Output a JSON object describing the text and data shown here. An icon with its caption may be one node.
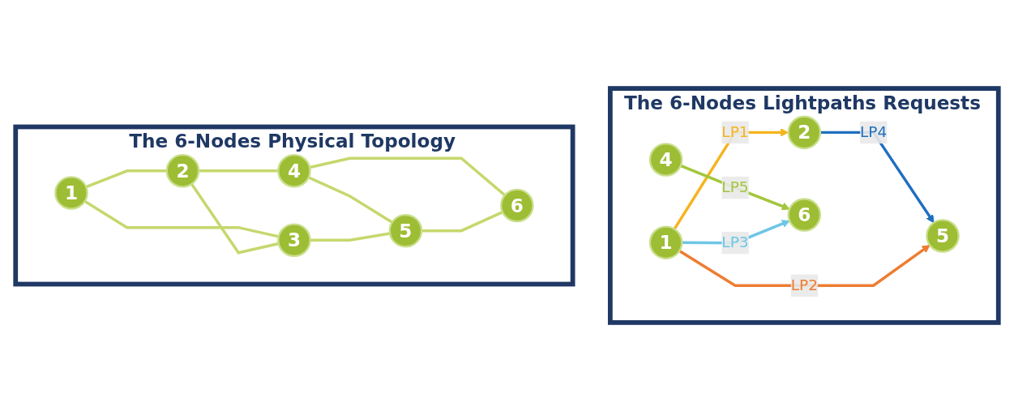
{
  "diagram": {
    "nodes": [
      {
        "text": [
          "The 6-Nodes Physical Topology"
        ]
      },
      {
        "text": [
          "1"
        ],
        "in": 0
      },
      {
        "text": [
          "2"
        ],
        "in": 0
      },
      {
        "text": [
          "3"
        ],
        "in": 0
      },
      {
        "text": [
          "4"
        ],
        "in": 0
      },
      {
        "text": [
          "5"
        ],
        "in": 0
      },
      {
        "text": [
          "6"
        ],
        "in": 0
      },
      {
        "text": [
          "The 6-Nodes Lightpaths Requests"
        ]
      },
      {
        "text": [
          "1"
        ],
        "in": 7
      },
      {
        "text": [
          "2"
        ],
        "in": 7
      },
      {
        "text": [
          "4"
        ],
        "in": 7
      },
      {
        "text": [
          "6"
        ],
        "in": 7
      },
      {
        "text": [
          "5"
        ],
        "in": 7
      }
    ],
    "edges": [
      {
        "from": 1,
        "to": 2,
        "arrow": "none"
      },
      {
        "from": 1,
        "to": 3,
        "arrow": "none"
      },
      {
        "from": 2,
        "to": 4,
        "arrow": "none"
      },
      {
        "from": 2,
        "to": 3,
        "arrow": "none"
      },
      {
        "from": 4,
        "to": 5,
        "arrow": "none"
      },
      {
        "from": 4,
        "to": 6,
        "arrow": "none"
      },
      {
        "from": 3,
        "to": 5,
        "arrow": "none"
      },
      {
        "from": 5,
        "to": 6,
        "arrow": "none"
      },
      {
        "from": 8,
        "to": 9,
        "arrow": "to",
        "label": "LP1",
        "color": "#f5b41e"
      },
      {
        "from": 9,
        "to": 12,
        "arrow": "to",
        "label": "LP4",
        "color": "#1f6fc0"
      },
      {
        "from": 10,
        "to": 11,
        "arrow": "to",
        "label": "LP5",
        "color": "#a3c63c"
      },
      {
        "from": 8,
        "to": 11,
        "arrow": "to",
        "label": "LP3",
        "color": "#6ec6e6"
      },
      {
        "from": 8,
        "to": 12,
        "arrow": "to",
        "label": "LP2",
        "color": "#ed7d31"
      }
    ]
  }
}
